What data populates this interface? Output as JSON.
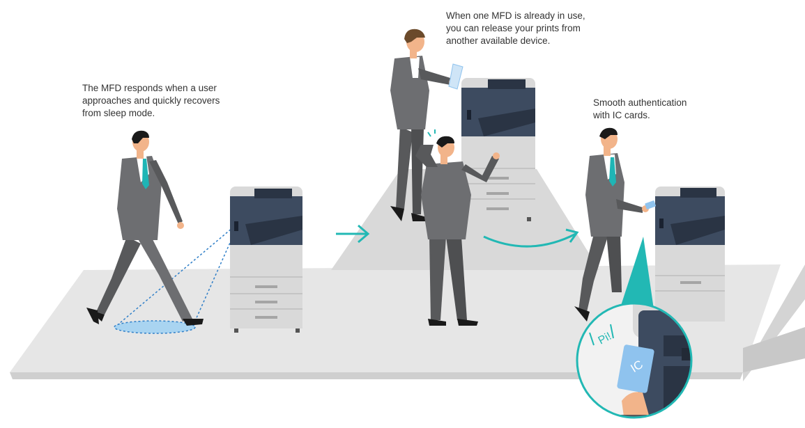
{
  "captions": {
    "approach": "The MFD responds when a user\napproaches and quickly recovers\nfrom sleep mode.",
    "release": "When one MFD is already in use,\nyou can release your prints from\nanother available device.",
    "ic_auth": "Smooth authentication\nwith IC cards."
  },
  "zoom_bubble": {
    "sound_text": "Pi!",
    "card_text": "IC"
  },
  "colors": {
    "floor": "#e6e6e6",
    "floor_edge": "#cfcfcf",
    "suit": "#6d6e71",
    "tie": "#1fb5b5",
    "accent": "#22b8b4",
    "sensor": "#2f7fc8",
    "mfd_top": "#3d4b60",
    "mfd_body": "#d9d9d9",
    "card": "#8fc3ee"
  }
}
